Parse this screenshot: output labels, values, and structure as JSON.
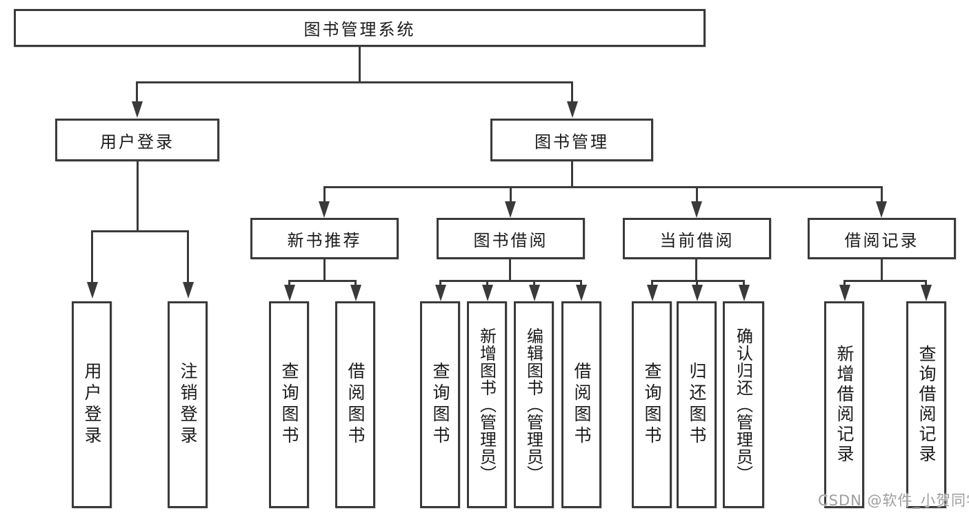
{
  "tree": {
    "root": {
      "label": "图书管理系统"
    },
    "branches": [
      {
        "label": "用户登录",
        "children": [
          {
            "label": "用户登录"
          },
          {
            "label": "注销登录"
          }
        ]
      },
      {
        "label": "图书管理",
        "groups": [
          {
            "label": "新书推荐",
            "children": [
              {
                "label": "查询图书"
              },
              {
                "label": "借阅图书"
              }
            ]
          },
          {
            "label": "图书借阅",
            "children": [
              {
                "label": "查询图书"
              },
              {
                "label": "新增图书（管理员）"
              },
              {
                "label": "编辑图书（管理员）"
              },
              {
                "label": "借阅图书"
              }
            ]
          },
          {
            "label": "当前借阅",
            "children": [
              {
                "label": "查询图书"
              },
              {
                "label": "归还图书"
              },
              {
                "label": "确认归还（管理员）"
              }
            ]
          },
          {
            "label": "借阅记录",
            "children": [
              {
                "label": "新增借阅记录"
              },
              {
                "label": "查询借阅记录"
              }
            ]
          }
        ]
      }
    ]
  },
  "watermark": {
    "text": "CSDN @软件_小贺同学",
    "color": "#9e9e9e"
  },
  "colors": {
    "line": "#3a3a3a",
    "box_border": "#3a3a3a",
    "text": "#1a1a1a",
    "background": "#ffffff",
    "watermark": "#9e9e9e"
  }
}
